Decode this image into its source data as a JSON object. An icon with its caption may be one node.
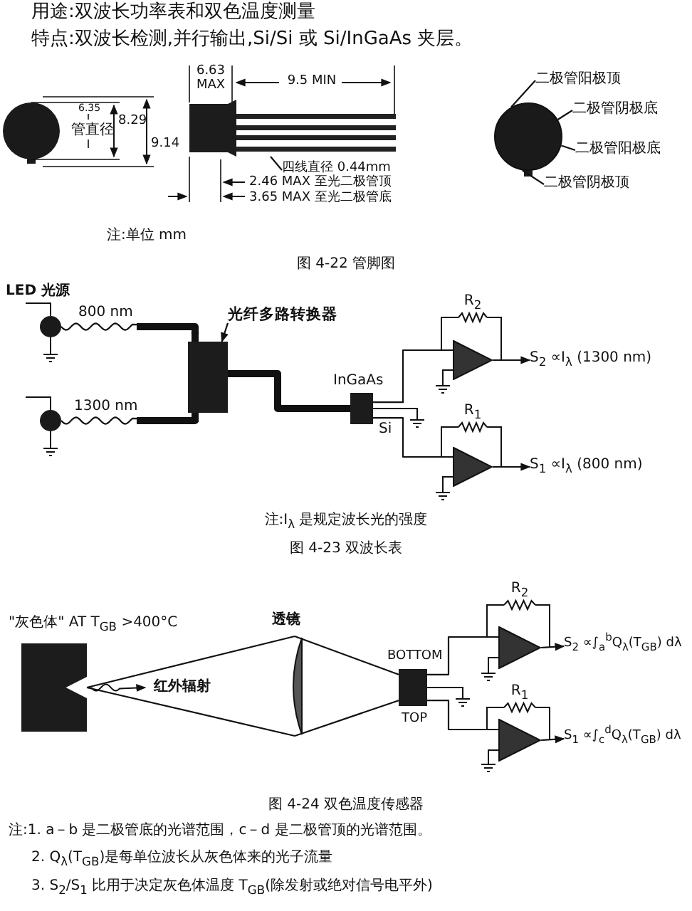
{
  "diagram": {
    "nodes": [
      {
        "text": [
          "四线直径 0.44mm"
        ]
      },
      {
        "text": [],
        "shape": "picture"
      },
      {
        "text": [],
        "shape": "circle"
      },
      {
        "text": [
          "二极管阳极顶"
        ]
      },
      {
        "text": [
          "二极管阴极底"
        ]
      },
      {
        "text": [
          "二极管阳极底"
        ]
      },
      {
        "text": [
          "二极管阴极顶"
        ]
      },
      {
        "text": [],
        "shape": "circle",
        "beside": [
          "LED 光源"
        ]
      },
      {
        "text": [],
        "shape": "circle"
      },
      {
        "text": [],
        "shape": "box"
      },
      {
        "text": [
          "光纤多路转换器"
        ]
      },
      {
        "text": [],
        "shape": "box",
        "beside": [
          "InGaAs",
          "Si"
        ]
      },
      {
        "text": [],
        "shape": "triangle"
      },
      {
        "text": [],
        "shape": "triangle"
      },
      {
        "text": [
          "S$_{2}$ ∝I$_{λ}$ (1300 nm)"
        ]
      },
      {
        "text": [
          "S$_{1}$ ∝I$_{λ}$ (800 nm)"
        ]
      },
      {
        "text": [],
        "shape": "box",
        "beside": [
          "\"灰色体\" AT T$_{GB}$ >400°C"
        ]
      },
      {
        "text": [],
        "shape": "lens",
        "beside": [
          "透镜"
        ]
      },
      {
        "text": [],
        "shape": "box",
        "beside": [
          "BOTTOM",
          "TOP"
        ]
      },
      {
        "text": [],
        "shape": "triangle"
      },
      {
        "text": [],
        "shape": "triangle"
      },
      {
        "text": [
          "S$_{2}$ ∝∫$_{a}$$^{b}$Q$_{λ}$(T$_{GB}$) dλ"
        ]
      },
      {
        "text": [
          "S$_{1}$ ∝∫$_{c}$$^{d}$Q$_{λ}$(T$_{GB}$) dλ"
        ]
      }
    ],
    "edges": [
      {
        "from": 0,
        "to": 1,
        "arrow": "none"
      },
      {
        "from": 3,
        "to": 2,
        "arrow": "none"
      },
      {
        "from": 4,
        "to": 2,
        "arrow": "none"
      },
      {
        "from": 5,
        "to": 2,
        "arrow": "none"
      },
      {
        "from": 6,
        "to": 2,
        "arrow": "none"
      },
      {
        "from": 7,
        "to": 9,
        "arrow": "to",
        "label": "800 nm"
      },
      {
        "from": 8,
        "to": 9,
        "arrow": "to",
        "label": "1300 nm"
      },
      {
        "from": 10,
        "to": 9,
        "arrow": "to"
      },
      {
        "from": 9,
        "to": 11,
        "arrow": "none",
        "style": "thick"
      },
      {
        "from": 11,
        "to": 12,
        "arrow": "none"
      },
      {
        "from": 11,
        "to": 13,
        "arrow": "none"
      },
      {
        "from": 12,
        "to": 14,
        "arrow": "to"
      },
      {
        "from": 13,
        "to": 15,
        "arrow": "to"
      },
      {
        "from": 16,
        "to": 17,
        "arrow": "none"
      },
      {
        "from": 17,
        "to": 18,
        "arrow": "none"
      },
      {
        "from": 18,
        "to": 19,
        "arrow": "none"
      },
      {
        "from": 18,
        "to": 20,
        "arrow": "none"
      },
      {
        "from": 19,
        "to": 21,
        "arrow": "to"
      },
      {
        "from": 20,
        "to": 22,
        "arrow": "to"
      }
    ],
    "labels": [
      "用途:双波长功率表和双色温度测量",
      "特点:双波长检测,并行输出,Si/Si 或 Si/InGaAs 夹层。",
      "6.63 MAX",
      "9.5 MIN",
      "6.35",
      "管直径",
      "8.29",
      "9.14",
      "2.46 MAX 至光二极管顶",
      "3.65 MAX 至光二极管底",
      "注:单位 mm",
      "图 4-22 管脚图",
      "R$_{2}$",
      "R$_{1}$",
      "注:I$_{λ}$ 是规定波长光的强度",
      "图 4-23 双波长表",
      "R$_{2}$",
      "红外辐射",
      "R$_{1}$",
      "图 4-24 双色温度传感器",
      "注:1. a－b 是二极管底的光谱范围，c－d 是二极管顶的光谱范围。",
      "2. Q$_{λ}$(T$_{GB}$)是每单位波长从灰色体来的光子流量",
      "3. S$_{2}$/S$_{1}$ 比用于决定灰色体温度 T$_{GB}$(除发射或绝对信号电平外)"
    ]
  }
}
